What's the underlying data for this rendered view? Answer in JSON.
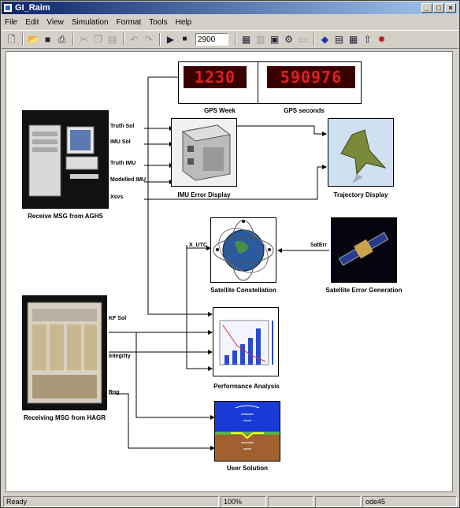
{
  "window": {
    "title": "GI_Raim",
    "min": "_",
    "max": "□",
    "close": "×"
  },
  "menu": [
    "File",
    "Edit",
    "View",
    "Simulation",
    "Format",
    "Tools",
    "Help"
  ],
  "toolbar": {
    "stop_time": "2900",
    "sim_mode_separator": "="
  },
  "displays": {
    "gps_week": {
      "value": "1230",
      "label": "GPS Week"
    },
    "gps_seconds": {
      "value": "590976",
      "label": "GPS seconds"
    }
  },
  "blocks": {
    "receive_msg": {
      "label": "Receive MSG from AGHS",
      "ports": [
        "Truth Sol",
        "IMU Sol",
        "Truth IMU",
        "Modelled IMU",
        "Xsvs"
      ]
    },
    "imu_error": {
      "label": "IMU Error Display"
    },
    "trajectory": {
      "label": "Trajectory Display"
    },
    "sat_constellation": {
      "label": "Satellite Constellation",
      "in_port": "X_UTC"
    },
    "sat_error": {
      "label": "Satellite Error Generation",
      "out_port": "SatErr"
    },
    "receiving_msg": {
      "label": "Receiving MSG from HAGR",
      "ports": [
        "KF Sol",
        "Integrity",
        "Rng"
      ]
    },
    "performance": {
      "label": "Performance Analysis"
    },
    "user_solution": {
      "label": "User Solution"
    }
  },
  "status": {
    "ready": "Ready",
    "zoom": "100%",
    "solver": "ode45"
  },
  "colors": {
    "title_start": "#0a246a",
    "title_end": "#a6caf0",
    "lcd_bg": "#3a0000",
    "lcd_digit": "#e02020",
    "sky": "#3aa0e8",
    "ground": "#a06030"
  }
}
